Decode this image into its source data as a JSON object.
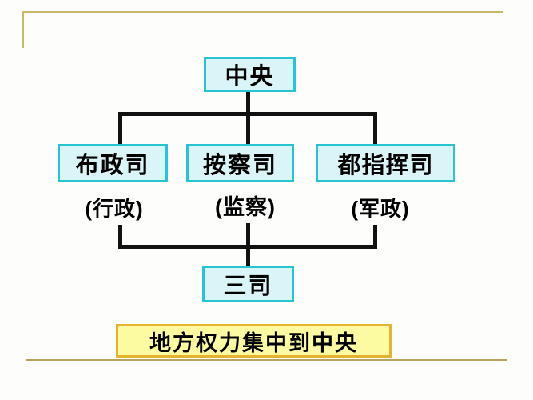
{
  "slide": {
    "background_color": "#fdfdfc",
    "frame_color": "#c9b969",
    "bottom_rule_color": "#b5a35f",
    "connector_color": "#121212"
  },
  "diagram": {
    "type": "org-chart",
    "node_style": {
      "fill": "#d9f5f7",
      "border": "#29c4d4"
    },
    "top_node": {
      "label": "中央"
    },
    "middle_nodes": [
      {
        "label": "布政司",
        "role": "(行政)"
      },
      {
        "label": "按察司",
        "role": "(监察)"
      },
      {
        "label": "都指挥司",
        "role": "(军政)"
      }
    ],
    "bottom_node": {
      "label": "三司"
    },
    "caption": {
      "label": "地方权力集中到中央",
      "fill": "#fdfba1",
      "border": "#e6b32e"
    }
  }
}
